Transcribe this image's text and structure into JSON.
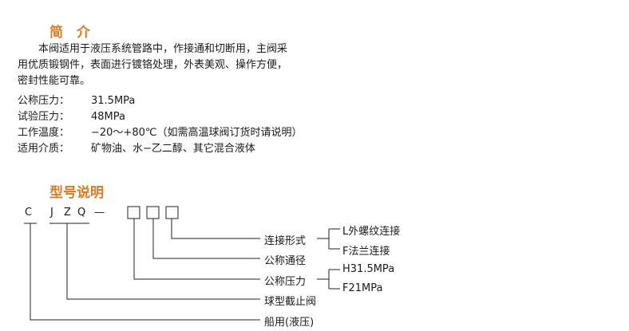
{
  "intro": {
    "title": "简　介",
    "description_lines": [
      "　　本阀适用于液压系统管路中，作接通和切断用，主阀采",
      "用优质锻钢件，表面进行镀铬处理，外表美观、操作方便，",
      "密封性能可靠。"
    ],
    "specs": [
      {
        "label": "公称压力：",
        "value": "31.5MPa"
      },
      {
        "label": "试验压力：",
        "value": "48MPa"
      },
      {
        "label": "工作温度：",
        "value": "−20～+80℃（如需高温球阀订货时请说明）"
      },
      {
        "label": "适用介质：",
        "value": "矿物油、水−乙二醇、其它混合液体"
      }
    ]
  },
  "model": {
    "title": "型号说明",
    "code_letters": [
      "C",
      "J",
      "Z",
      "Q",
      "—"
    ],
    "boxes": 3,
    "labels": {
      "connection_form": "连接形式",
      "nominal_bore": "公称通径",
      "nominal_pressure": "公称压力",
      "ball_valve": "球型截止阀",
      "marine": "船用(液压)"
    },
    "options": {
      "connection": [
        "L外螺纹连接",
        "F法兰连接"
      ],
      "pressure": [
        "H31.5MPa",
        "F21MPa"
      ]
    }
  }
}
